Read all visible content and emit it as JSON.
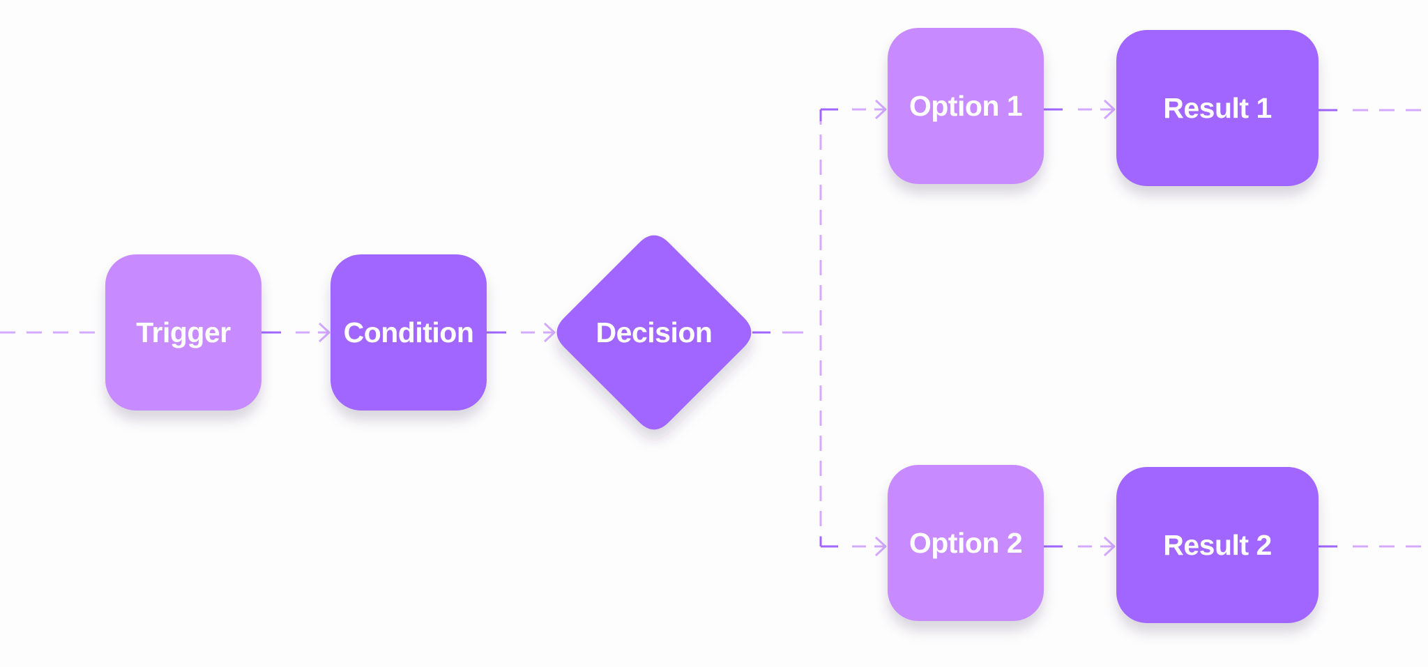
{
  "nodes": {
    "trigger": "Trigger",
    "condition": "Condition",
    "decision": "Decision",
    "option1": "Option 1",
    "option2": "Option 2",
    "result1": "Result 1",
    "result2": "Result 2"
  },
  "colors": {
    "node_light": "#c78bff",
    "node_dark": "#a066ff",
    "connector_light": "#d4aaff",
    "connector_dark": "#a066ff",
    "background": "#fdfdfd"
  },
  "connections": [
    {
      "from": "trigger",
      "to": "condition"
    },
    {
      "from": "condition",
      "to": "decision"
    },
    {
      "from": "decision",
      "to": "option1"
    },
    {
      "from": "decision",
      "to": "option2"
    },
    {
      "from": "option1",
      "to": "result1"
    },
    {
      "from": "option2",
      "to": "result2"
    }
  ]
}
